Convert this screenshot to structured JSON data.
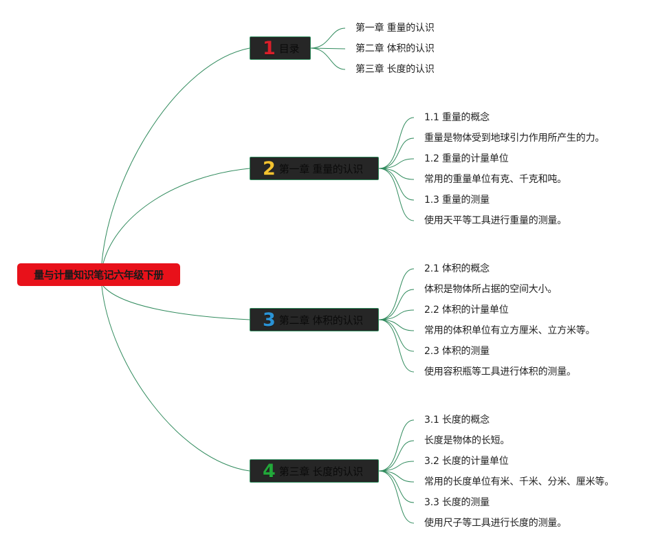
{
  "root": {
    "label": "量与计量知识笔记六年级下册"
  },
  "colors": {
    "root_bg": "#e8111a",
    "branch_bg": "#262626",
    "line": "#2f8a5c",
    "num1": "#d81f2a",
    "num2": "#f2c230",
    "num3": "#2a93d6",
    "num4": "#22a83a"
  },
  "branches": [
    {
      "num": "1",
      "label": "目录",
      "leaves": [
        "第一章 重量的认识",
        "第二章 体积的认识",
        "第三章 长度的认识"
      ]
    },
    {
      "num": "2",
      "label": "第一章 重量的认识",
      "leaves": [
        "1.1 重量的概念",
        "重量是物体受到地球引力作用所产生的力。",
        "1.2 重量的计量单位",
        "常用的重量单位有克、千克和吨。",
        "1.3 重量的测量",
        "使用天平等工具进行重量的测量。"
      ]
    },
    {
      "num": "3",
      "label": "第二章 体积的认识",
      "leaves": [
        "2.1 体积的概念",
        "体积是物体所占据的空间大小。",
        "2.2 体积的计量单位",
        "常用的体积单位有立方厘米、立方米等。",
        "2.3 体积的测量",
        "使用容积瓶等工具进行体积的测量。"
      ]
    },
    {
      "num": "4",
      "label": "第三章 长度的认识",
      "leaves": [
        "3.1 长度的概念",
        "长度是物体的长短。",
        "3.2 长度的计量单位",
        "常用的长度单位有米、千米、分米、厘米等。",
        "3.3 长度的测量",
        "使用尺子等工具进行长度的测量。"
      ]
    }
  ]
}
